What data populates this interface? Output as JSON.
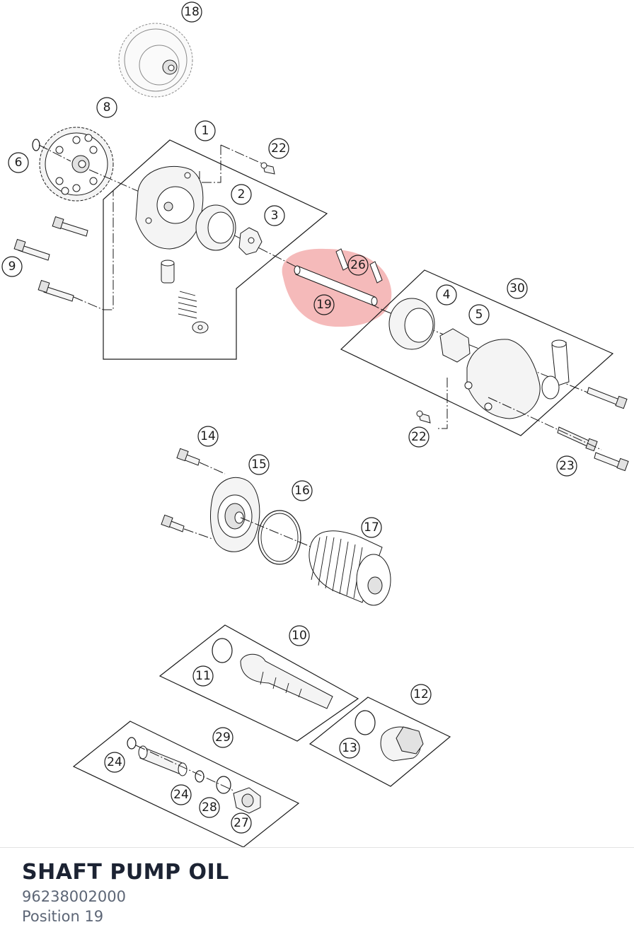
{
  "diagram": {
    "highlight_color": "#f2a3a3",
    "highlighted_callouts": [
      "19",
      "26"
    ],
    "callouts": [
      "18",
      "8",
      "6",
      "1",
      "22",
      "2",
      "3",
      "9",
      "26",
      "19",
      "4",
      "30",
      "5",
      "22",
      "23",
      "14",
      "15",
      "16",
      "17",
      "10",
      "11",
      "12",
      "29",
      "13",
      "24",
      "24",
      "28",
      "27"
    ]
  },
  "part": {
    "name": "SHAFT PUMP OIL",
    "number": "96238002000",
    "position": "Position 19"
  }
}
